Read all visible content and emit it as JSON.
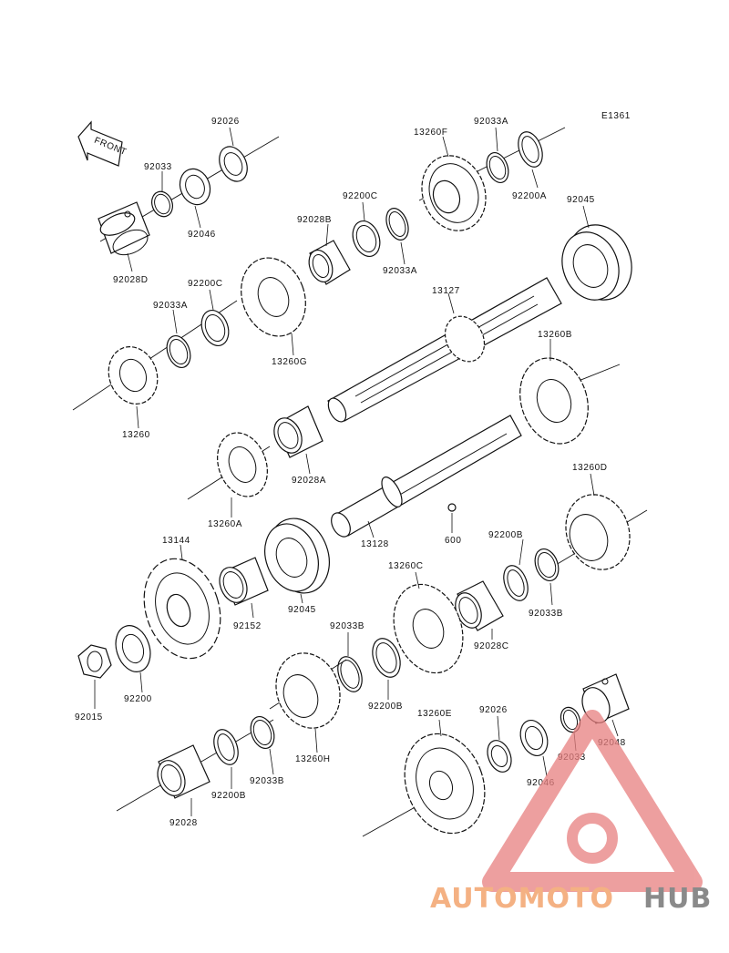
{
  "diagram_code": "E1361",
  "front_label": "FRONT",
  "labels": {
    "p92026_a": "92026",
    "p92033_a": "92033",
    "p92046_a": "92046",
    "p92028D": "92028D",
    "p13260F": "13260F",
    "p92033A_a": "92033A",
    "p92200A": "92200A",
    "p92045_a": "92045",
    "p92200C_a": "92200C",
    "p92028B": "92028B",
    "p92033A_b": "92033A",
    "p92200C_b": "92200C",
    "p92033A_c": "92033A",
    "p13260G": "13260G",
    "p13127": "13127",
    "p13260B": "13260B",
    "p13260": "13260",
    "p92028A": "92028A",
    "p13260A": "13260A",
    "p13260D": "13260D",
    "p13144": "13144",
    "p13128": "13128",
    "p600": "600",
    "p92200B_a": "92200B",
    "p13260C": "13260C",
    "p92033B_a": "92033B",
    "p92045_b": "92045",
    "p92152": "92152",
    "p92033B_b": "92033B",
    "p92028C": "92028C",
    "p92015": "92015",
    "p92200": "92200",
    "p92200B_b": "92200B",
    "p13260E": "13260E",
    "p92026_b": "92026",
    "p92048": "92048",
    "p92033_b": "92033",
    "p92046_b": "92046",
    "p13260H": "13260H",
    "p92033B_c": "92033B",
    "p92200B_c": "92200B",
    "p92028": "92028"
  },
  "watermark": {
    "part1": "AUTOMOTO",
    "part2": "HUB",
    "color_part1": "#f4b183",
    "color_part2": "#8a8a8a",
    "logo_color": "#e88080"
  }
}
